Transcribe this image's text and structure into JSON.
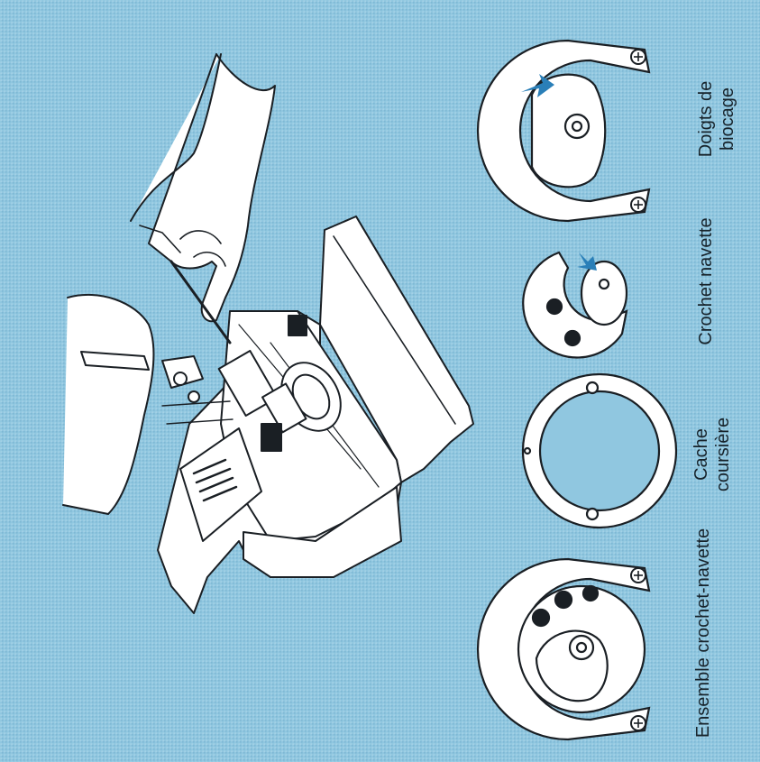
{
  "labels": {
    "doigts_line1": "Doigts de",
    "doigts_line2": "biocage",
    "crochet": "Crochet navette",
    "cache_line1": "Cache",
    "cache_line2": "coursière",
    "ensemble": "Ensemble crochet-navette"
  },
  "colors": {
    "background": "#90c7e0",
    "ink": "#1a1f24",
    "part_fill": "#ffffff",
    "arrow_blue": "#2a7fb8"
  }
}
